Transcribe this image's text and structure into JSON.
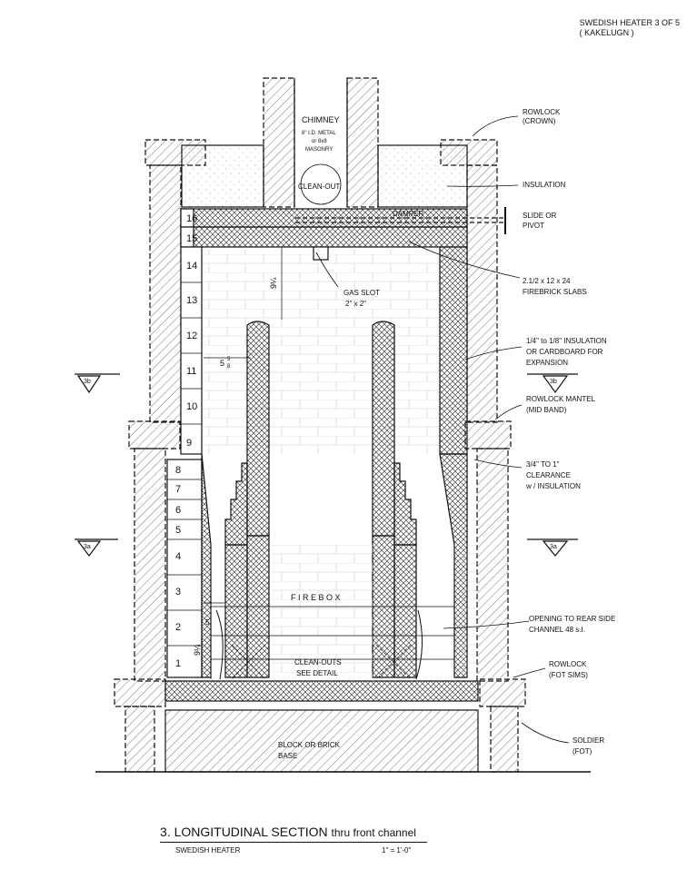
{
  "sheet": {
    "line1": "SWEDISH HEATER 3 OF 5",
    "line2": "( KAKELUGN )"
  },
  "labels": {
    "chimney": "CHIMNEY",
    "chimney_sub1": "8\" I.D. METAL",
    "chimney_sub2": "or 8x8",
    "chimney_sub3": "MASONRY",
    "clean_out": "CLEAN-OUT",
    "damper": "DAMPER",
    "gas_slot": "GAS SLOT",
    "gas_slot_size": "2\" x 2\"",
    "firebox": "F I R E B O X",
    "clean_outs": "CLEAN-OUTS",
    "see_detail": "SEE DETAIL",
    "base1": "BLOCK OR BRICK",
    "base2": "BASE"
  },
  "callouts": [
    {
      "line1": "ROWLOCK",
      "line2": "(CROWN)"
    },
    {
      "line1": "INSULATION",
      "line2": ""
    },
    {
      "line1": "SLIDE OR",
      "line2": "PIVOT"
    },
    {
      "line1": "2.1/2 x 12 x 24",
      "line2": "FIREBRICK SLABS"
    },
    {
      "line1": "1/4\" to 1/8\" INSULATION",
      "line2": "OR CARDBOARD FOR",
      "line3": "EXPANSION"
    },
    {
      "line1": "ROWLOCK MANTEL",
      "line2": "(MID BAND)"
    },
    {
      "line1": "3/4\" TO 1\"",
      "line2": "CLEARANCE",
      "line3": "w / INSULATION"
    },
    {
      "line1": "OPENING TO REAR SIDE",
      "line2": "CHANNEL 48 s.I."
    },
    {
      "line1": "ROWLOCK",
      "line2": "(FOT SIMS)"
    },
    {
      "line1": "SOLDIER",
      "line2": "(FOT)"
    }
  ],
  "courses": [
    "1",
    "2",
    "3",
    "4",
    "5",
    "6",
    "7",
    "8",
    "9",
    "10",
    "11",
    "12",
    "13",
    "14",
    "15",
    "16"
  ],
  "dims": {
    "upper_height": "9¼",
    "width_whole": "5",
    "width_num": "5",
    "width_den": "8",
    "lower_width": "5",
    "lower_height": "9¼"
  },
  "section_markers": {
    "upper": "3b",
    "lower": "3a"
  },
  "title": {
    "number": "3.",
    "main": "LONGITUDINAL SECTION",
    "thru": "thru front channel",
    "sub": "SWEDISH HEATER",
    "scale": "1\" = 1'-0\""
  }
}
